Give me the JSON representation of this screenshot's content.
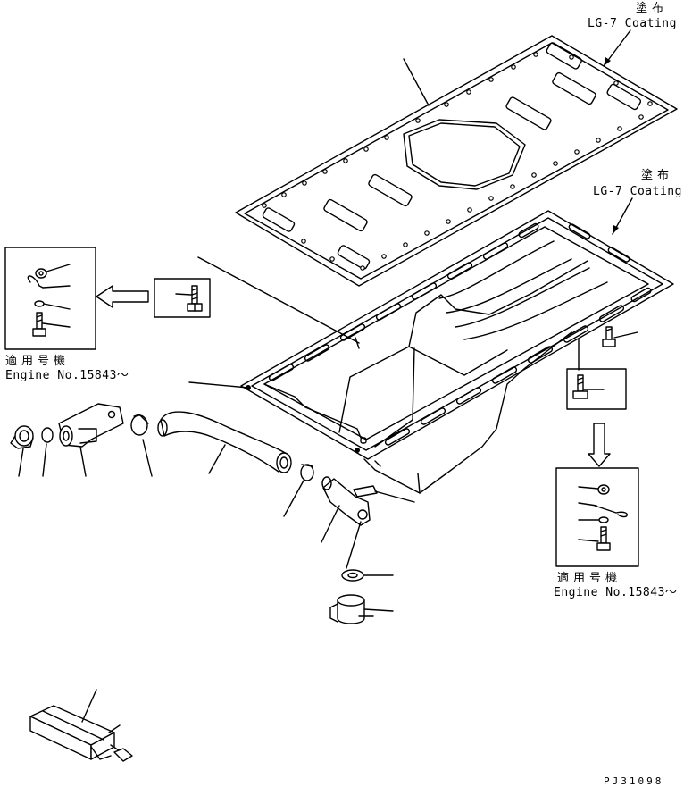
{
  "coating_top": {
    "jp": "塗布",
    "en": "LG-7 Coating"
  },
  "coating_mid": {
    "jp": "塗布",
    "en": "LG-7 Coating"
  },
  "inset_left": {
    "applicable_jp": "適用号機",
    "engine_no": "Engine No.15843～"
  },
  "inset_right": {
    "applicable_jp": "適用号機",
    "engine_no": "Engine No.15843～"
  },
  "figure_code": "PJ31098"
}
